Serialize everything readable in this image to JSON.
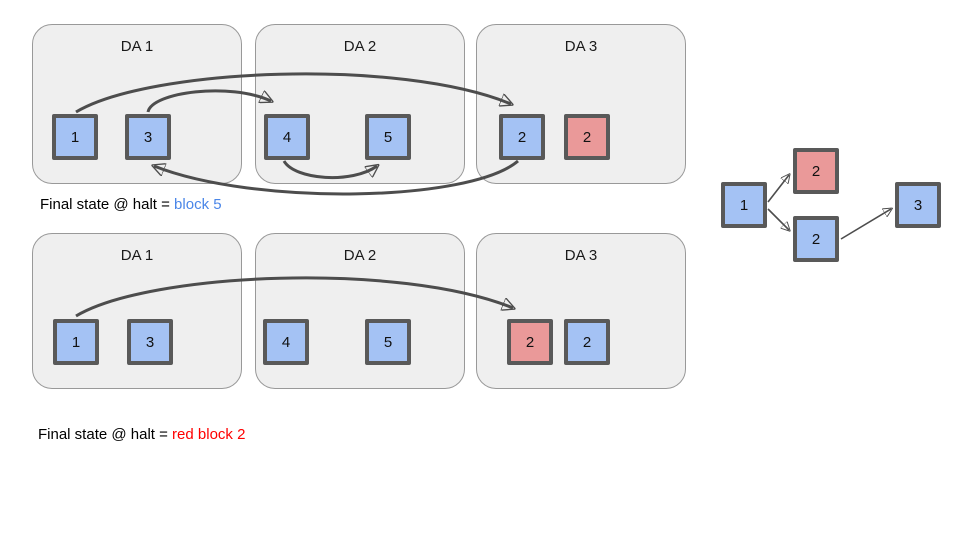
{
  "colors": {
    "block_blue": "#a4c2f4",
    "block_red": "#ea9999",
    "block_border": "#595959",
    "container_fill": "#efefef",
    "container_border": "#999999",
    "arrow": "#4d4d4d",
    "caption_highlight_blue": "#4a86e8",
    "caption_highlight_red": "#ff0000"
  },
  "scenario1": {
    "containers": [
      {
        "label": "DA 1",
        "blocks": [
          {
            "value": "1",
            "color": "blue"
          },
          {
            "value": "3",
            "color": "blue"
          }
        ]
      },
      {
        "label": "DA 2",
        "blocks": [
          {
            "value": "4",
            "color": "blue"
          },
          {
            "value": "5",
            "color": "blue"
          }
        ]
      },
      {
        "label": "DA 3",
        "blocks": [
          {
            "value": "2",
            "color": "blue"
          },
          {
            "value": "2",
            "color": "red"
          }
        ]
      }
    ],
    "edges": [
      {
        "from": "block 1",
        "to": "blue block 2 (DA 3)"
      },
      {
        "from": "blue block 2 (DA 3)",
        "to": "block 3"
      },
      {
        "from": "block 3",
        "to": "block 4"
      },
      {
        "from": "block 4",
        "to": "block 5"
      }
    ],
    "caption": {
      "prefix": "Final state @ halt = ",
      "highlight": "block 5"
    }
  },
  "scenario2": {
    "containers": [
      {
        "label": "DA 1",
        "blocks": [
          {
            "value": "1",
            "color": "blue"
          },
          {
            "value": "3",
            "color": "blue"
          }
        ]
      },
      {
        "label": "DA 2",
        "blocks": [
          {
            "value": "4",
            "color": "blue"
          },
          {
            "value": "5",
            "color": "blue"
          }
        ]
      },
      {
        "label": "DA 3",
        "blocks": [
          {
            "value": "2",
            "color": "red"
          },
          {
            "value": "2",
            "color": "blue"
          }
        ]
      }
    ],
    "edges": [
      {
        "from": "block 1",
        "to": "red block 2 (DA 3)"
      }
    ],
    "caption": {
      "prefix": "Final state @ halt = ",
      "highlight": "red block 2"
    }
  },
  "graph": {
    "nodes": [
      {
        "value": "1",
        "color": "blue"
      },
      {
        "value": "2",
        "color": "red"
      },
      {
        "value": "2",
        "color": "blue"
      },
      {
        "value": "3",
        "color": "blue"
      }
    ],
    "edges": [
      {
        "from": "1",
        "to": "red 2"
      },
      {
        "from": "1",
        "to": "blue 2"
      },
      {
        "from": "blue 2",
        "to": "3"
      }
    ]
  }
}
